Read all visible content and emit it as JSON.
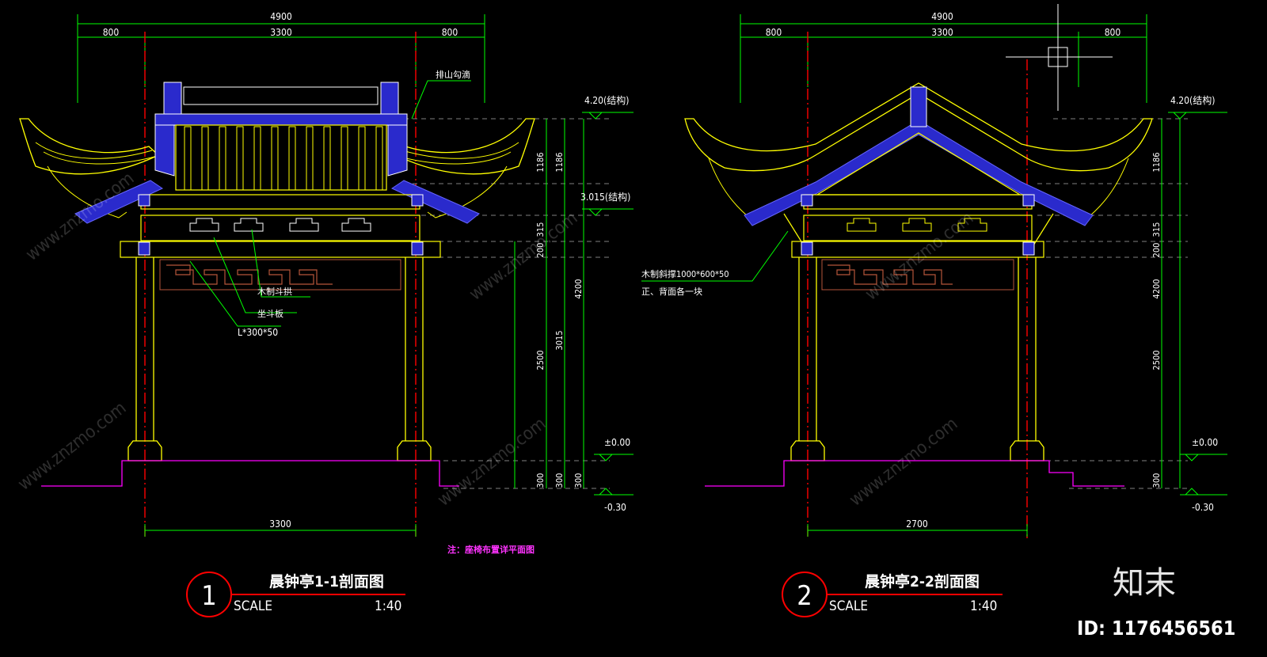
{
  "left": {
    "overall_dim": "4900",
    "dim_left": "800",
    "dim_mid": "3300",
    "dim_right": "800",
    "bottom_dim": "3300",
    "roof_note": "排山勾滴",
    "level_top": "4.20(结构)",
    "level_mid": "3.015(结构)",
    "level_zero": "±0.00",
    "level_bottom": "-0.30",
    "dims_v1": [
      "1186",
      "315",
      "200",
      "2500",
      "300"
    ],
    "dims_v2": [
      "1186",
      "4200",
      "300"
    ],
    "dims_v3": [
      "3015",
      "300"
    ],
    "callout_1": "木制斗拱",
    "callout_2": "坐斗板",
    "callout_3": "L*300*50",
    "note": "注：座椅布置详平面图",
    "section_number": "1",
    "section_title": "晨钟亭1-1剖面图",
    "scale_label": "SCALE",
    "scale_value": "1:40"
  },
  "right": {
    "overall_dim": "4900",
    "dim_left": "800",
    "dim_mid": "3300",
    "dim_right": "800",
    "bottom_dim": "2700",
    "level_top": "4.20(结构)",
    "level_zero": "±0.00",
    "level_bottom": "-0.30",
    "dims_v1": [
      "1186",
      "315",
      "200",
      "4200",
      "2500",
      "300"
    ],
    "callout_1": "木制斜撑1000*600*50",
    "callout_2": "正、背面各一块",
    "section_number": "2",
    "section_title": "晨钟亭2-2剖面图",
    "scale_label": "SCALE",
    "scale_value": "1:40"
  },
  "watermark": {
    "logo": "知末",
    "id": "ID: 1176456561",
    "site": "www.znzmo.com"
  },
  "colors": {
    "background": "#000000",
    "dimension": "#00ff00",
    "structure": "#ffff00",
    "axis": "#ff0000",
    "ground": "#ff00ff",
    "fill": "#3333cc",
    "lattice": "#b5553a",
    "text": "#ffffff"
  }
}
